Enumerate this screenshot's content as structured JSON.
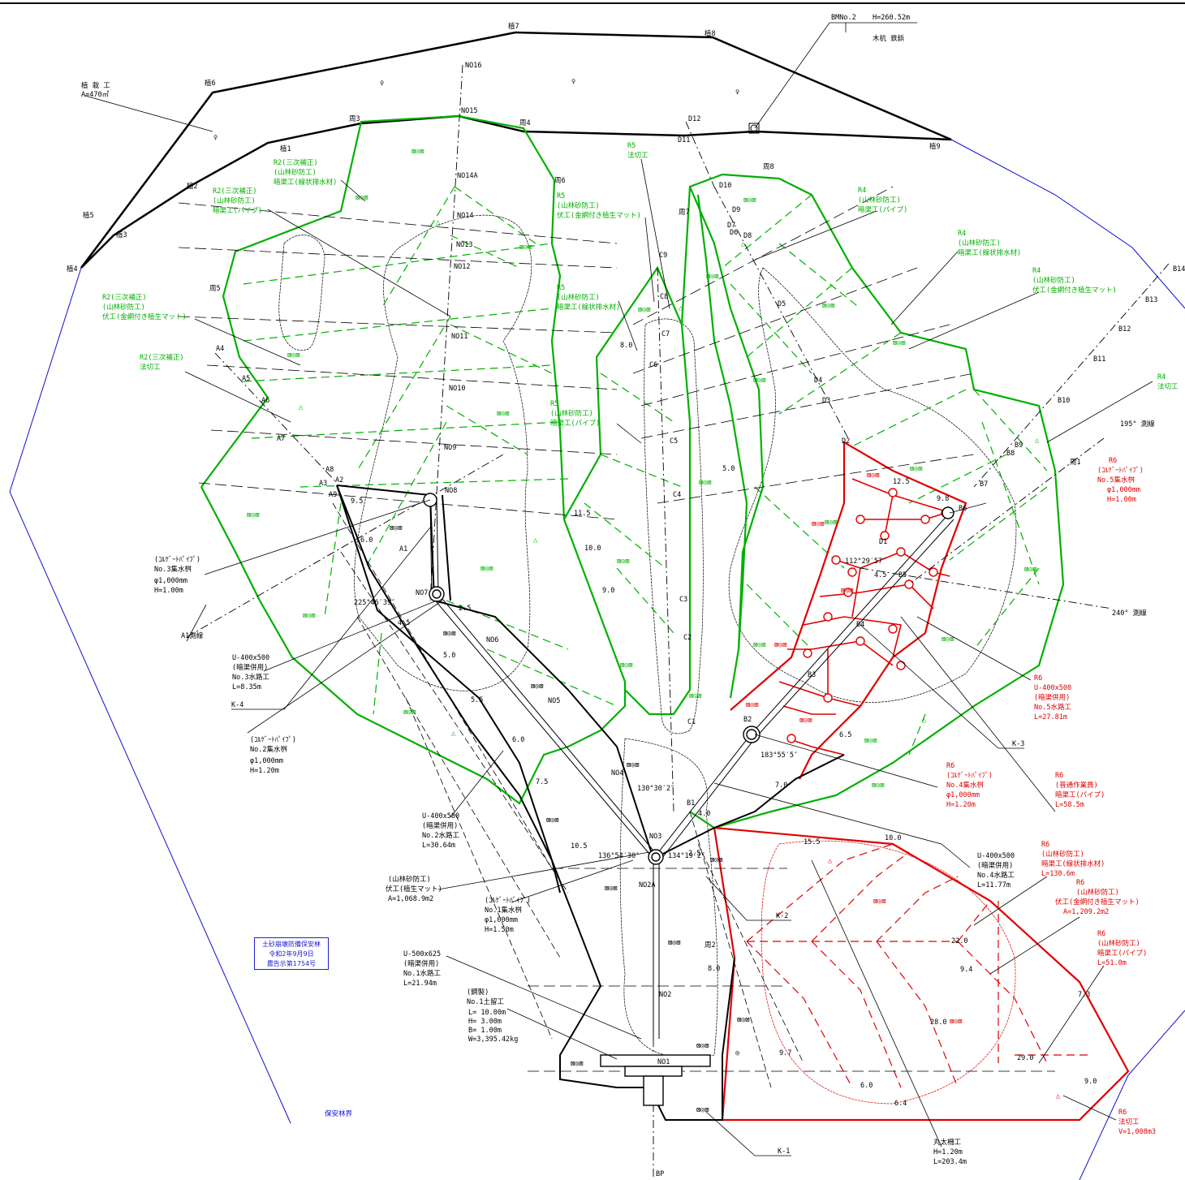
{
  "page": {
    "top_rule": true
  },
  "colors": {
    "existing": "#000000",
    "r2_r5": "#00b000",
    "r6": "#e00000",
    "boundary": "#1010d0"
  },
  "boundary_label": "保安林界",
  "designation_plate": [
    "土砂崩壊防備保安林",
    "令和2年9月9日",
    "農告示第1754号"
  ],
  "benchmark": {
    "name": "BMNo.2",
    "height": "H=260.52m",
    "type": "木杭 鉄鋲"
  },
  "survey_lines": {
    "deg195": "195° 測線",
    "deg240": "240° 測線",
    "a1": "A1測線"
  },
  "angles": {
    "n07": "225°46′39″",
    "n03_left": "136°54′30″",
    "n03_right": "134°19′2″",
    "b1": "130°30′2″",
    "b2": "183°55′5″",
    "b5": "112°29′57″"
  },
  "planting": {
    "title": "植 栽 工",
    "area": "A=470㎡",
    "points": [
      "植1",
      "植2",
      "植3",
      "植4",
      "植5",
      "植6",
      "植7",
      "植8",
      "植9"
    ]
  },
  "perimeter_points": [
    "周1",
    "周2",
    "周3",
    "周4",
    "周5",
    "周6",
    "周7",
    "周8"
  ],
  "stations": {
    "no": [
      "NO1",
      "NO2",
      "NO2A",
      "NO3",
      "NO4",
      "NO5",
      "NO6",
      "NO7",
      "NO8",
      "NO9",
      "NO10",
      "NO11",
      "NO12",
      "NO13",
      "NO14",
      "NO14A",
      "NO15",
      "NO16"
    ],
    "a": [
      "A1",
      "A2",
      "A3",
      "A4",
      "A5",
      "A6",
      "A7",
      "A8",
      "A9"
    ],
    "c": [
      "C1",
      "C2",
      "C3",
      "C4",
      "C5",
      "C6",
      "C7",
      "C8",
      "C9"
    ],
    "d": [
      "D1",
      "D2",
      "D3",
      "D4",
      "D5",
      "D6",
      "D7",
      "D8",
      "D9",
      "D10",
      "D11",
      "D12"
    ],
    "b": [
      "B1",
      "B2",
      "B3",
      "B4",
      "B5",
      "B6",
      "B7",
      "B8",
      "B9",
      "B10",
      "B11",
      "B12",
      "B13",
      "B14"
    ],
    "k": [
      "K-1",
      "K-2",
      "K-3",
      "K-4"
    ],
    "bp": "BP"
  },
  "callouts_black": {
    "collector3": [
      "(ｺﾙｹﾞｰﾄﾊﾟｲﾌﾟ)",
      "No.3集水桝",
      "φ1,000mm",
      "H=1.00m"
    ],
    "channel3": [
      "U-400x500",
      "(暗渠併用)",
      "No.3水路工",
      "L=8.35m"
    ],
    "collector2": [
      "(ｺﾙｹﾞｰﾄﾊﾟｲﾌﾟ)",
      "No.2集水桝",
      "φ1,000mm",
      "H=1.20m"
    ],
    "channel2": [
      "U-400x500",
      "(暗渠併用)",
      "No.2水路工",
      "L=30.64m"
    ],
    "mat": [
      "(山林砂防工)",
      "伏工(植生マット)",
      "A=1,068.9m2"
    ],
    "collector1": [
      "(ｺﾙｹﾞｰﾄﾊﾟｲﾌﾟ)",
      "No.1集水桝",
      "φ1,000mm",
      "H=1.50m"
    ],
    "channel1": [
      "U-500x625",
      "(暗渠併用)",
      "No.1水路工",
      "L=21.94m"
    ],
    "dam": [
      "(鋼製)",
      "No.1土留工",
      "L= 10.00m",
      "H=  3.00m",
      "B=  1.00m",
      "W=3,395.42kg"
    ],
    "channel4": [
      "U-400x500",
      "(暗渠併用)",
      "No.4水路工",
      "L=11.77m"
    ],
    "log_fence": [
      "丸太柵工",
      "H=1.20m",
      "L=203.4m"
    ]
  },
  "callouts_green": {
    "r2_culvert_lin": [
      "R2(三次補正)",
      "(山林砂防工)",
      "暗渠工(線状排水材)"
    ],
    "r2_culvert_pipe": [
      "R2(三次補正)",
      "(山林砂防工)",
      "暗渠工(パイプ)"
    ],
    "r2_mat": [
      "R2(三次補正)",
      "(山林砂防工)",
      "伏工(金網付き植生マット)"
    ],
    "r2_cut": [
      "R2(三次補正)",
      "法切工"
    ],
    "r5_cut": [
      "R5",
      "法切工"
    ],
    "r5_mat": [
      "R5",
      "(山林砂防工)",
      "伏工(金網付き植生マット)"
    ],
    "r5_culvert_lin": [
      "R5",
      "(山林砂防工)",
      "暗渠工(線状排水材)"
    ],
    "r5_culvert_pipe": [
      "R5",
      "(山林砂防工)",
      "暗渠工(パイプ)"
    ],
    "r4_culvert_pipe": [
      "R4",
      "(山林砂防工)",
      "暗渠工(パイプ)"
    ],
    "r4_culvert_lin": [
      "R4",
      "(山林砂防工)",
      "暗渠工(線状排水材)"
    ],
    "r4_mat": [
      "R4",
      "(山林砂防工)",
      "伏工(金網付き植生マット)"
    ],
    "r4_cut": [
      "R4",
      "法切工"
    ]
  },
  "callouts_red": {
    "collector5": [
      "R6",
      "(ｺﾙｹﾞｰﾄﾊﾟｲﾌﾟ)",
      "No.5集水桝",
      "φ1,000mm",
      "H=1.00m"
    ],
    "channel5": [
      "R6",
      "U-400x500",
      "(暗渠併用)",
      "No.5水路工",
      "L=27.81m"
    ],
    "collector4": [
      "R6",
      "(ｺﾙｹﾞｰﾄﾊﾟｲﾌﾟ)",
      "No.4集水桝",
      "φ1,000mm",
      "H=1.20m"
    ],
    "work_pipe": [
      "R6",
      "(普通作業員)",
      "暗渠工(パイプ)",
      "L=58.5m"
    ],
    "culvert_lin": [
      "R6",
      "(山林砂防工)",
      "暗渠工(線状排水材)",
      "L=130.6m"
    ],
    "mat": [
      "R6",
      "(山林砂防工)",
      "伏工(金網付き植生マット)",
      "A=1,209.2m2"
    ],
    "pipe": [
      "R6",
      "(山林砂防工)",
      "暗渠工(パイプ)",
      "L=51.0m"
    ],
    "cut": [
      "R6",
      "法切工",
      "V=1,008m3"
    ]
  },
  "dims": [
    "9.5",
    "6.0",
    "4.5",
    "5.0",
    "2.5",
    "10.5",
    "7.5",
    "5.5",
    "6.0",
    "8.0",
    "9.7",
    "2.5",
    "4.0",
    "7.0",
    "11.5",
    "10.0",
    "9.0",
    "8.0",
    "5.0",
    "4.5",
    "9.8",
    "12.5",
    "6.5",
    "22.0",
    "28.0",
    "29.0",
    "15.5",
    "10.0",
    "7.3",
    "9.4",
    "6.4",
    "6.0",
    "9.0"
  ]
}
